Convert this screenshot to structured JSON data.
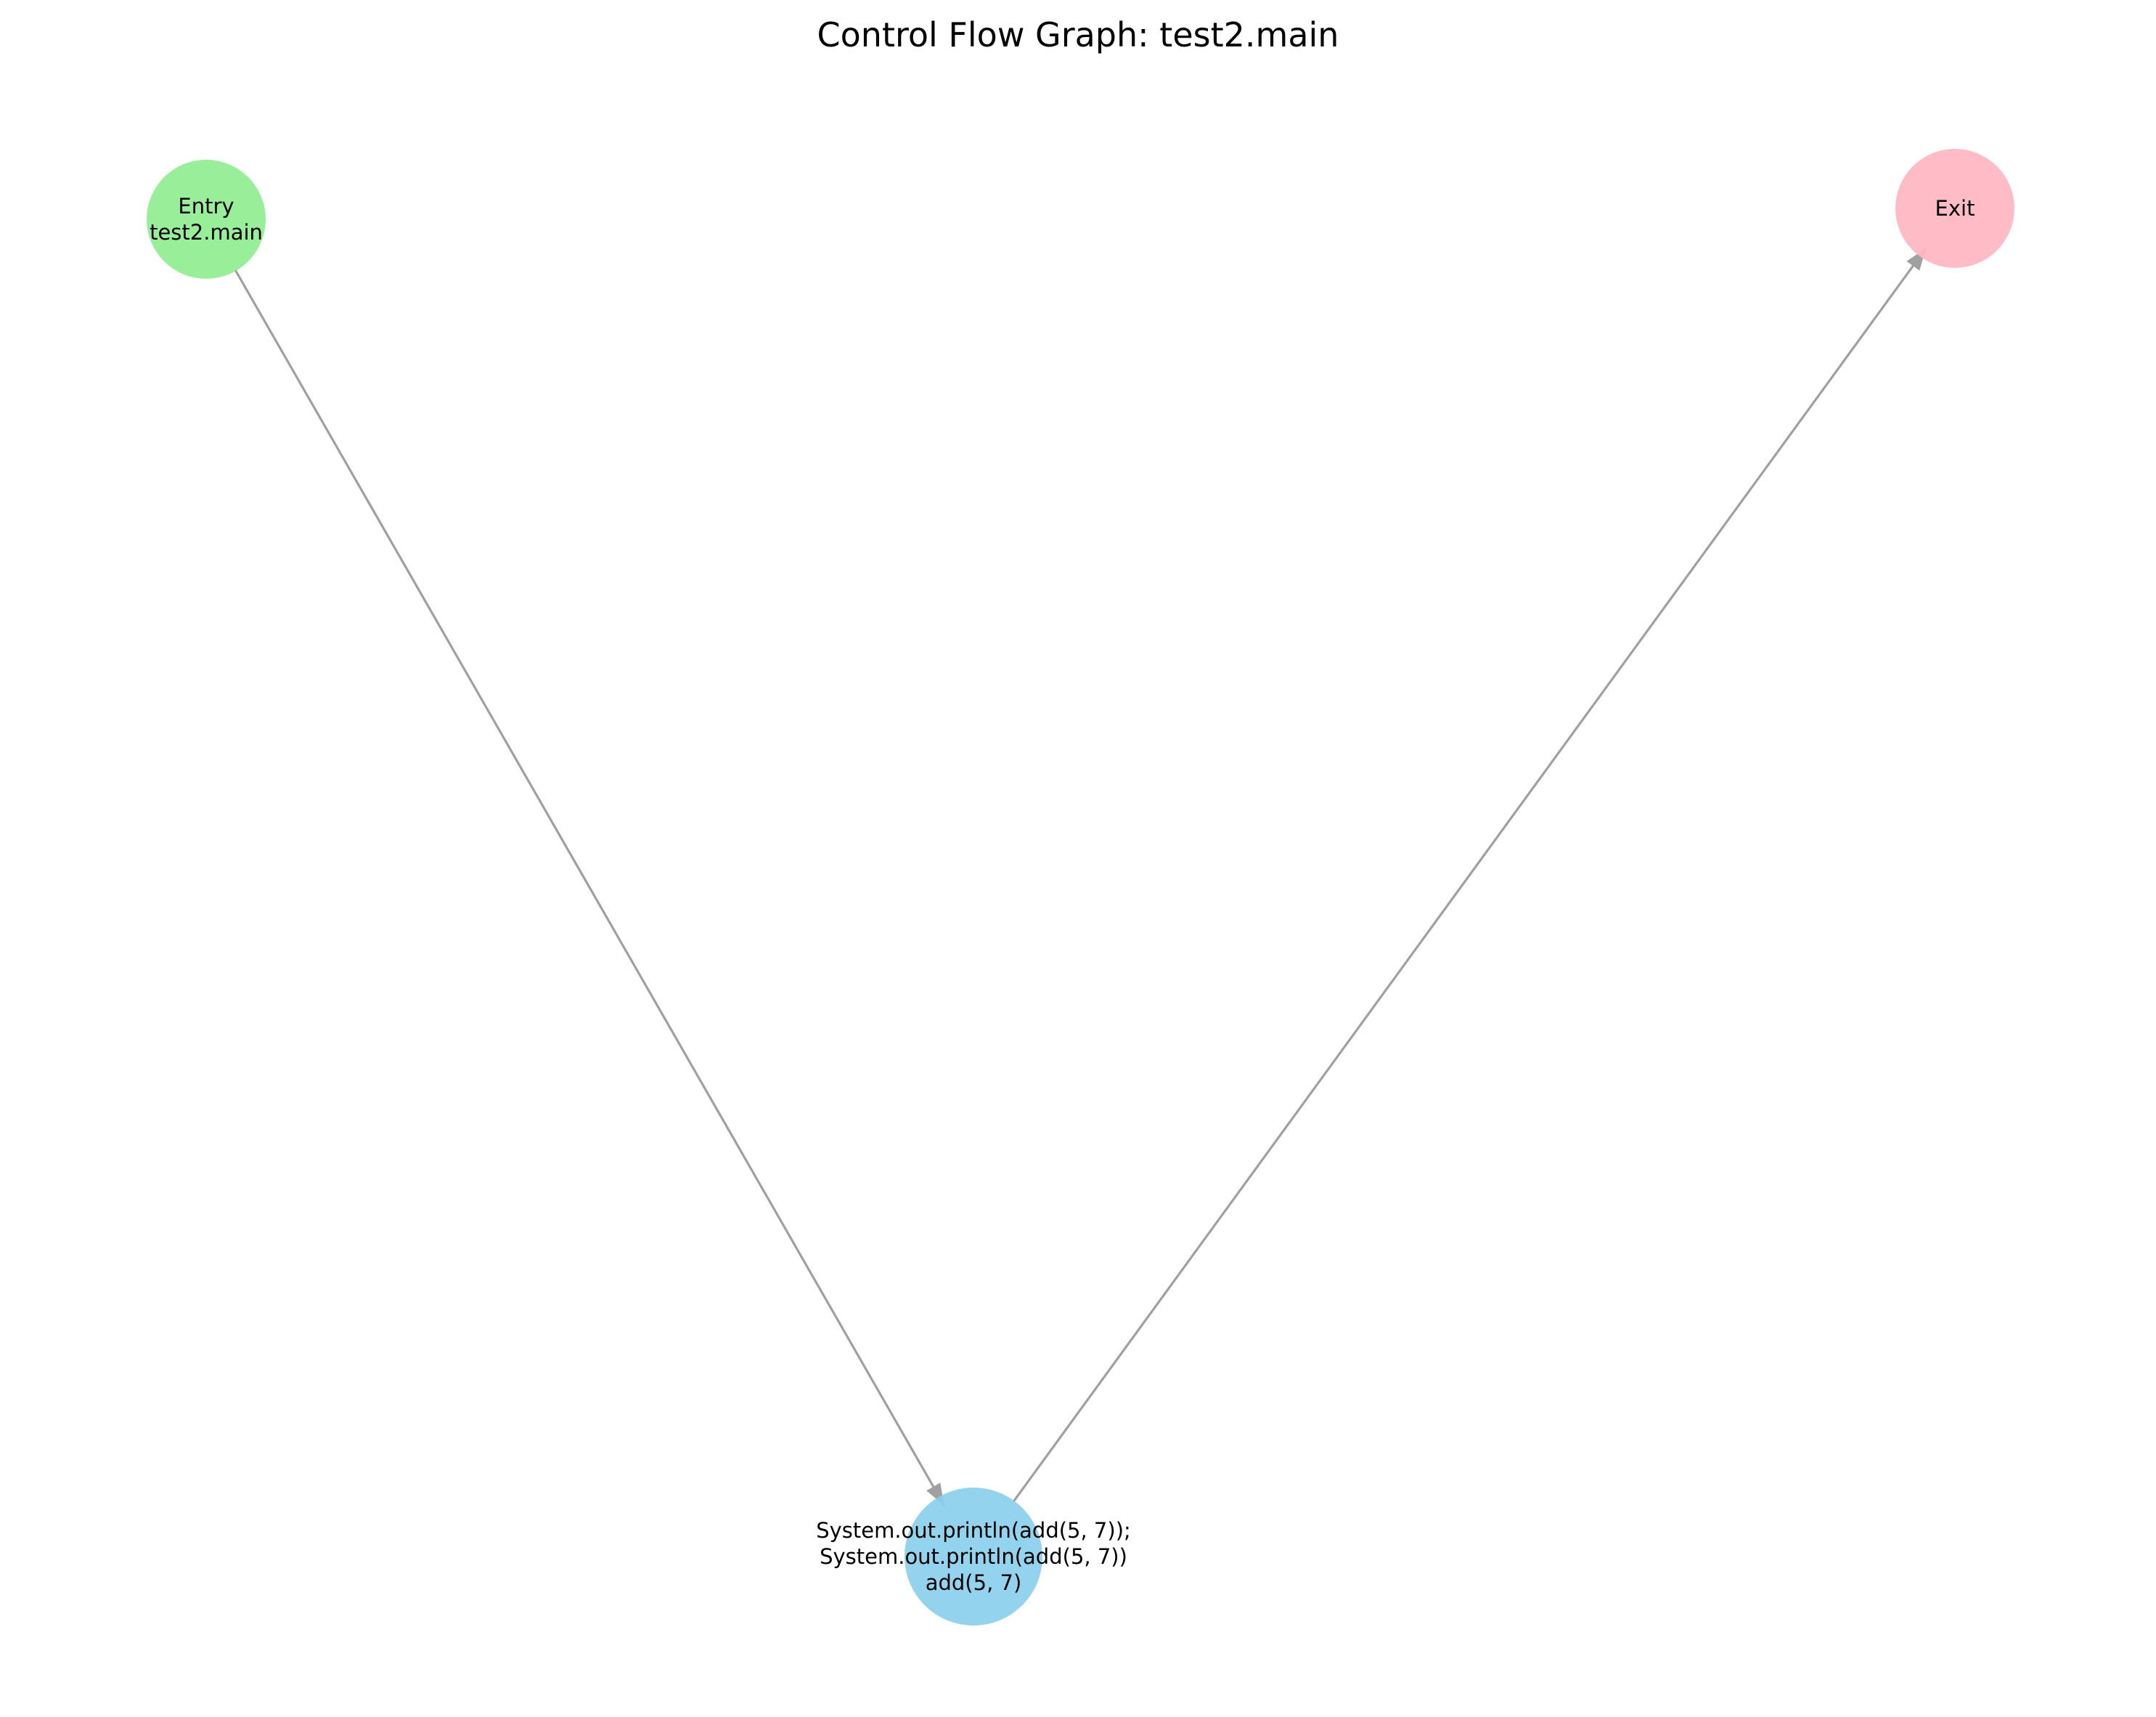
{
  "title": "Control Flow Graph: test2.main",
  "colors": {
    "entry": "#90ee90",
    "exit": "#ffb6c1",
    "statement": "#87ceeb",
    "edge": "#a0a0a0"
  },
  "nodes": [
    {
      "id": "entry",
      "kind": "entry",
      "lines": [
        "Entry",
        "test2.main"
      ]
    },
    {
      "id": "stmt",
      "kind": "statement",
      "lines": [
        "System.out.println(add(5, 7));",
        "System.out.println(add(5, 7))",
        "add(5, 7)"
      ]
    },
    {
      "id": "exit",
      "kind": "exit",
      "lines": [
        "Exit"
      ]
    }
  ],
  "edges": [
    {
      "from": "entry",
      "to": "stmt"
    },
    {
      "from": "stmt",
      "to": "exit"
    }
  ]
}
